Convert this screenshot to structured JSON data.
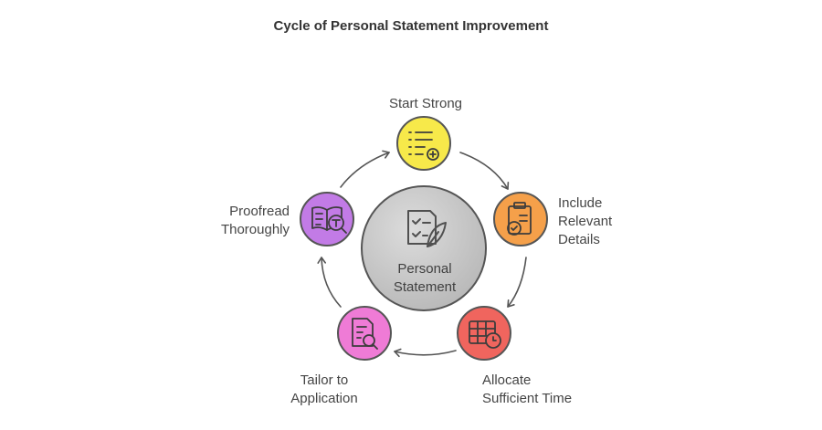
{
  "title": "Cycle of Personal Statement Improvement",
  "center": {
    "line1": "Personal",
    "line2": "Statement",
    "icon": "checklist-quill-icon"
  },
  "steps": [
    {
      "line1": "Start Strong",
      "line2": "",
      "line3": "",
      "color": "#f7e94a",
      "icon": "list-add-icon"
    },
    {
      "line1": "Include",
      "line2": "Relevant",
      "line3": "Details",
      "color": "#f5a04a",
      "icon": "clipboard-check-icon"
    },
    {
      "line1": "Allocate",
      "line2": "Sufficient Time",
      "line3": "",
      "color": "#f0655e",
      "icon": "table-clock-icon"
    },
    {
      "line1": "Tailor to",
      "line2": "Application",
      "line3": "",
      "color": "#ef7bd6",
      "icon": "document-search-icon"
    },
    {
      "line1": "Proofread",
      "line2": "Thoroughly",
      "line3": "",
      "color": "#c27be6",
      "icon": "book-text-search-icon"
    }
  ]
}
